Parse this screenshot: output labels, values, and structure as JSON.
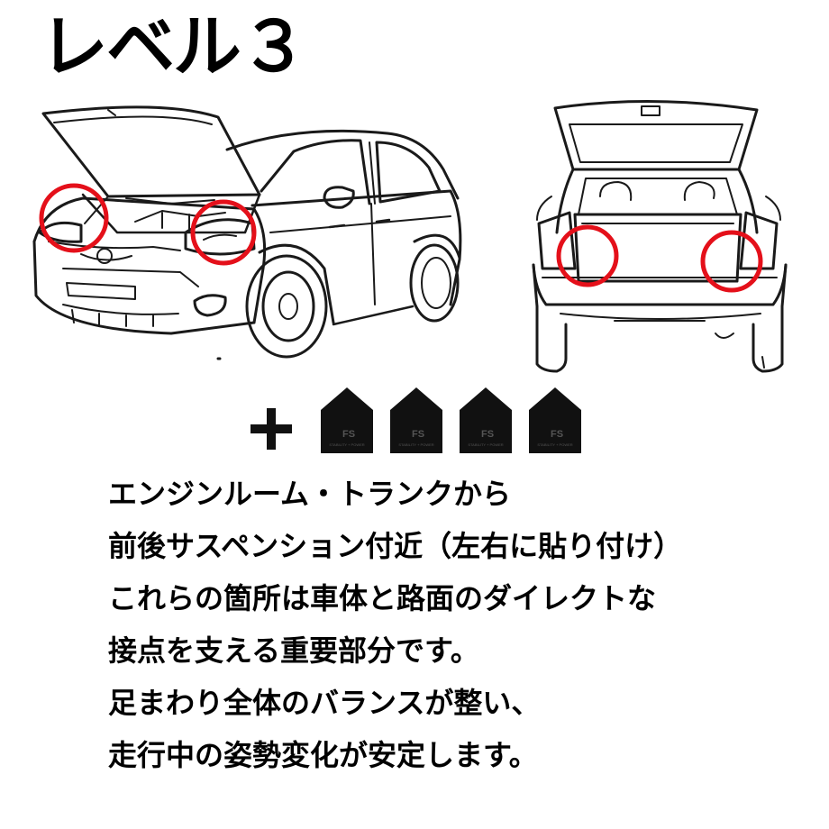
{
  "title": "レベル３",
  "colors": {
    "highlight_circle": "#e4101a",
    "line_art": "#1a1a1a",
    "sticker_fill": "#111111"
  },
  "illustrations": {
    "front_car_icon": "car-front-three-quarter-icon",
    "rear_car_icon": "car-rear-view-icon"
  },
  "sticker_row": {
    "plus_icon": "plus-icon",
    "sticker_count": 4,
    "sticker_logo": "FS",
    "sticker_subtext": "STABILITY + POWER"
  },
  "body": {
    "lines": [
      "エンジンルーム・トランクから",
      "前後サスペンション付近（左右に貼り付け）",
      "これらの箇所は車体と路面のダイレクトな",
      "接点を支える重要部分です。",
      "足まわり全体のバランスが整い、",
      "走行中の姿勢変化が安定します。"
    ]
  }
}
